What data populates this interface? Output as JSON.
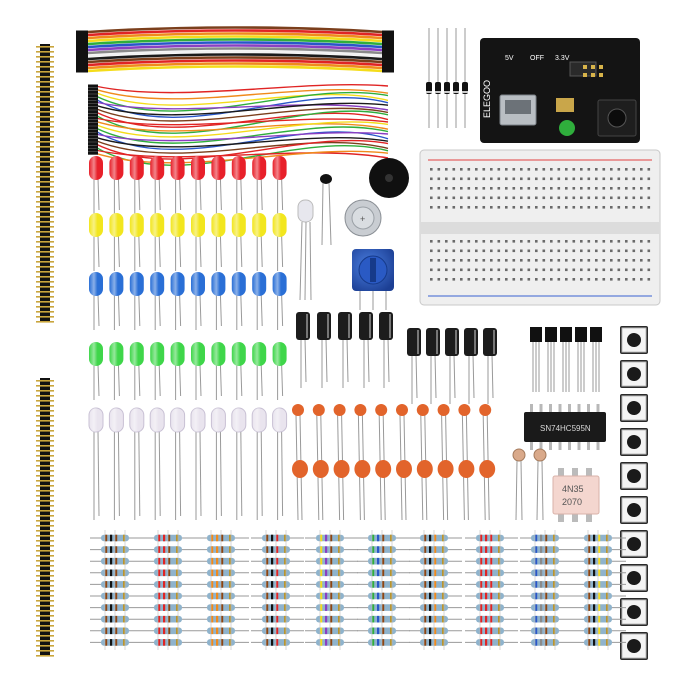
{
  "power_module": {
    "brand": "ELEGOO",
    "pin_labels": [
      "5V",
      "OFF",
      "3.3V"
    ],
    "board_color": "#141414"
  },
  "ic_chip": {
    "marking": "SN74HC595N"
  },
  "optocoupler": {
    "marking_line1": "4N35",
    "marking_line2": "2070"
  },
  "buzzer": {
    "marking": "+"
  },
  "colors": {
    "led_red": "#e8202a",
    "led_yellow": "#f2e61e",
    "led_blue": "#2a6fd6",
    "led_green": "#3fd64a",
    "led_white": "#e9e4ee",
    "capacitor_ceramic": "#e2642b",
    "capacitor_electrolytic": "#1c1c1c",
    "potentiometer": "#1f4fb0",
    "breadboard": "#efefef",
    "resistor_body": "#8fb3cc"
  },
  "jumper_wire_colors": [
    "#7b3f1c",
    "#e02424",
    "#f08a1c",
    "#f4dc1a",
    "#2fae3c",
    "#2857c8",
    "#8a3fc2",
    "#8a8a8a",
    "#f2f2f2",
    "#1a1a1a"
  ],
  "counts": {
    "led_per_row": 10,
    "tact_switches": 10,
    "ceramic_capacitors": 10,
    "electrolytic_capacitors": 10,
    "transistors": 5,
    "diodes": 5,
    "resistor_groups": 10
  }
}
